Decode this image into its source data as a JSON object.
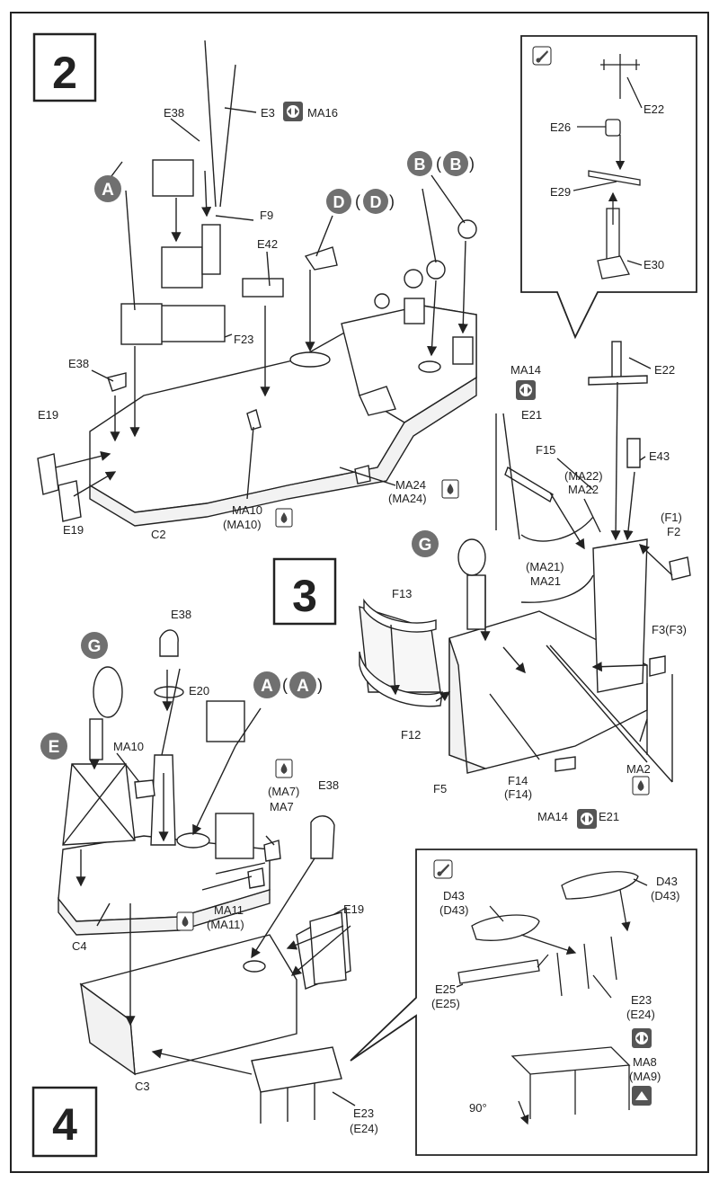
{
  "steps": {
    "s2": "2",
    "s3": "3",
    "s4": "4"
  },
  "markers": {
    "A": "A",
    "A_paren": "(A)",
    "B": "B",
    "B_paren": "(B)",
    "D": "D",
    "D_paren": "(D)",
    "G": "G",
    "E": "E"
  },
  "step2_labels": {
    "E38_top": "E38",
    "E3_MA16": "E3",
    "MA16": "MA16",
    "F9": "F9",
    "E42": "E42",
    "F23": "F23",
    "E38_left": "E38",
    "E19_top": "E19",
    "E19_bottom": "E19",
    "C2": "C2",
    "MA10": "MA10",
    "MA10_paren": "(MA10)",
    "MA24": "MA24",
    "MA24_paren": "(MA24)"
  },
  "mast_inset_labels": {
    "E22": "E22",
    "E26": "E26",
    "E29": "E29",
    "E30": "E30"
  },
  "step3_labels": {
    "E22": "E22",
    "MA14_top": "MA14",
    "E21_top": "E21",
    "E43": "E43",
    "F15": "F15",
    "MA22_paren": "(MA22)",
    "MA22": "MA22",
    "F1_paren": "(F1)",
    "F2": "F2",
    "MA21_paren": "(MA21)",
    "MA21": "MA21",
    "F13": "F13",
    "F3": "F3(F3)",
    "F12": "F12",
    "F14": "F14",
    "F14_paren": "(F14)",
    "F5": "F5",
    "MA2": "MA2",
    "MA14_bottom": "MA14",
    "E21_bottom": "E21"
  },
  "step4_labels": {
    "E38_top": "E38",
    "E20": "E20",
    "MA10": "MA10",
    "MA7_paren": "(MA7)",
    "MA7": "MA7",
    "E38_right": "E38",
    "MA11": "MA11",
    "MA11_paren": "(MA11)",
    "E19": "E19",
    "C4": "C4",
    "C3": "C3",
    "E23": "E23",
    "E24_paren": "(E24)"
  },
  "boat_inset_labels": {
    "D43_right": "D43",
    "D43_right_paren": "(D43)",
    "D43_left": "D43",
    "D43_left_paren": "(D43)",
    "E25": "E25",
    "E25_paren": "(E25)",
    "E23": "E23",
    "E24_paren": "(E24)",
    "MA8": "MA8",
    "MA9_paren": "(MA9)",
    "angle": "90°"
  },
  "icons": {
    "paint_drop": "paint-drop-icon",
    "brush": "brush-icon",
    "both_sides": "both-sides-icon",
    "fold_up": "fold-up-icon"
  },
  "colors": {
    "line": "#222222",
    "marker_fill": "#707070",
    "marker_text": "#ffffff",
    "background": "#ffffff"
  }
}
